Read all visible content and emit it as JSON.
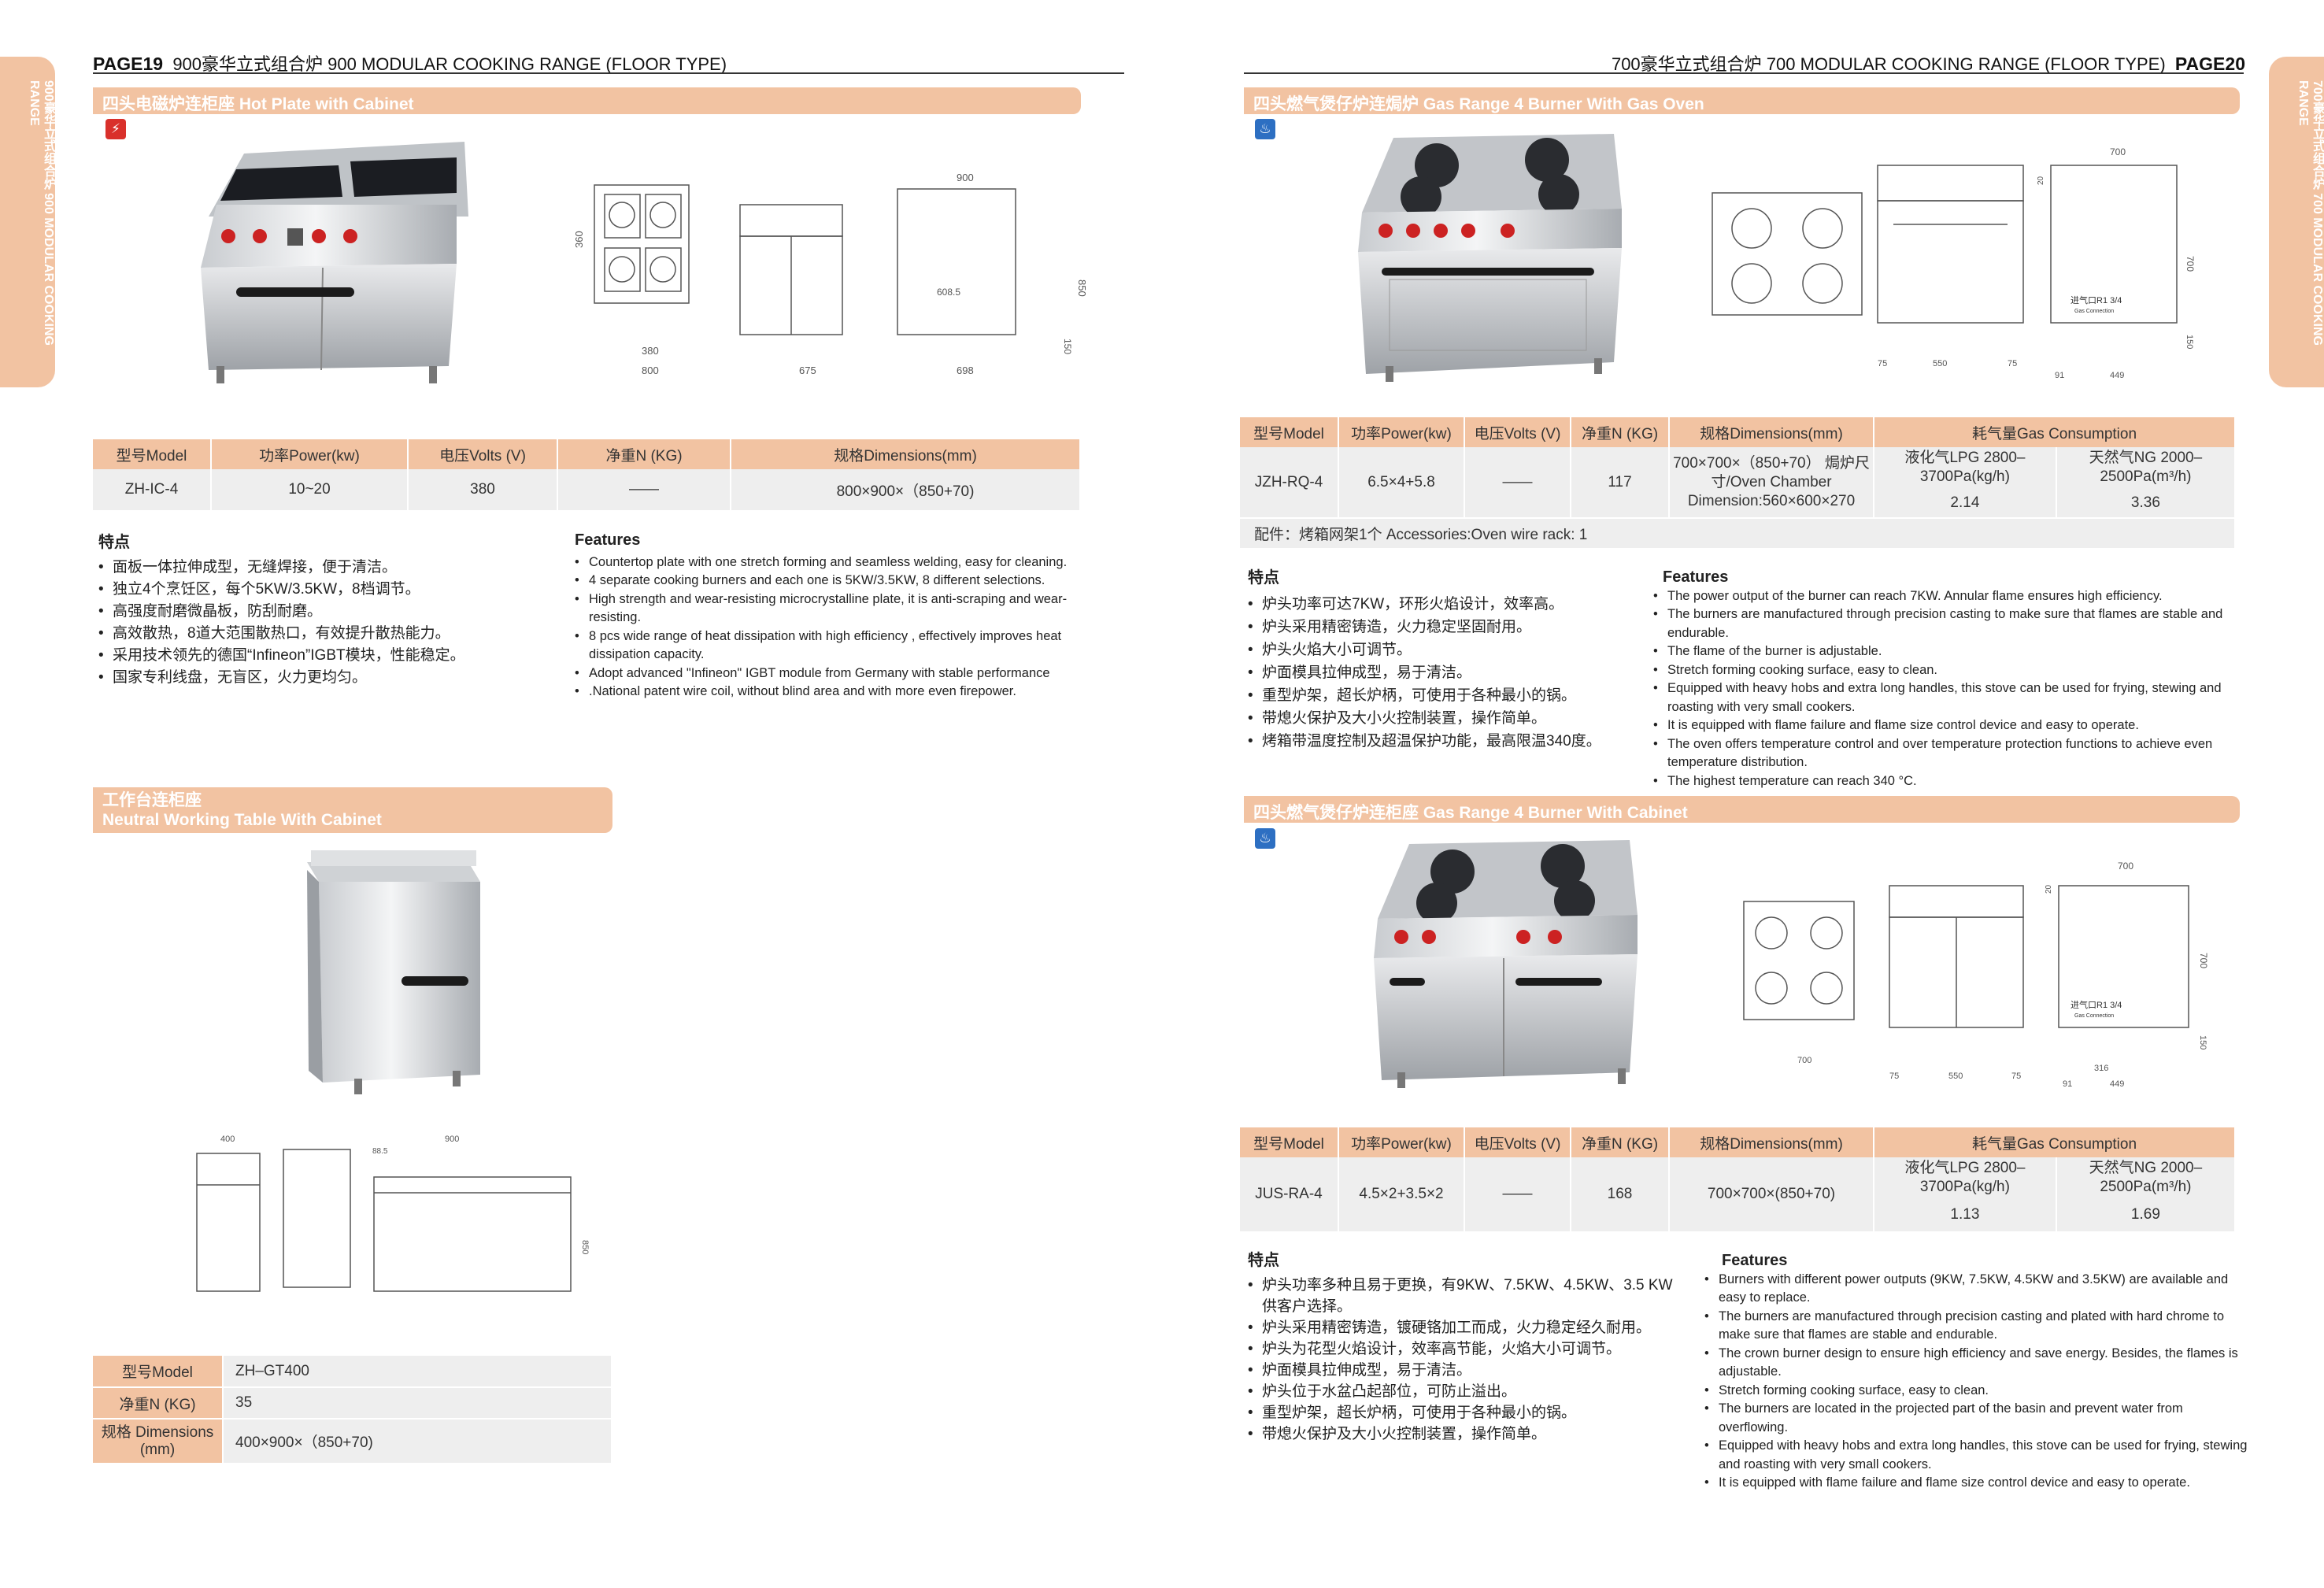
{
  "header_left": {
    "page_label": "PAGE",
    "page_num": "19",
    "title": "900豪华立式组合炉 900 MODULAR COOKING RANGE (FLOOR TYPE)"
  },
  "header_right": {
    "title": "700豪华立式组合炉 700 MODULAR COOKING RANGE (FLOOR TYPE)",
    "page_label": "PAGE",
    "page_num": "20"
  },
  "side_tab_left": "900豪华立式组合炉 900 MODULAR COOKING RANGE",
  "side_tab_right": "700豪华立式组合炉 700 MODULAR COOKING RANGE",
  "hot_plate": {
    "banner": "四头电磁炉连柜座 Hot Plate with Cabinet",
    "badge_icon": "lightning-icon",
    "drawing_dims": [
      "360",
      "380",
      "800",
      "675",
      "900",
      "608.5",
      "850",
      "150",
      "698"
    ],
    "table_headers": [
      "型号Model",
      "功率Power(kw)",
      "电压Volts (V)",
      "净重N (KG)",
      "规格Dimensions(mm)"
    ],
    "table_row": [
      "ZH-IC-4",
      "10~20",
      "380",
      "——",
      "800×900×（850+70)"
    ],
    "cn_title": "特点",
    "cn_features": [
      "面板一体拉伸成型，无缝焊接，便于清洁。",
      "独立4个烹饪区，每个5KW/3.5KW，8档调节。",
      "高强度耐磨微晶板，防刮耐磨。",
      "高效散热，8道大范围散热口，有效提升散热能力。",
      "采用技术领先的德国“Infineon”IGBT模块，性能稳定。",
      "国家专利线盘，无盲区，火力更均匀。"
    ],
    "en_title": "Features",
    "en_features": [
      "Countertop plate with one stretch forming and seamless welding, easy for cleaning.",
      "4 separate cooking burners and each one is 5KW/3.5KW, 8 different selections.",
      "High strength and wear-resisting microcrystalline plate, it is anti-scraping and wear-resisting.",
      "8 pcs wide range of heat dissipation with high efficiency , effectively improves heat dissipation capacity.",
      "Adopt advanced \"Infineon\" IGBT module from Germany with stable performance",
      ".National patent wire coil, without blind area and with more even firepower."
    ]
  },
  "working_table": {
    "banner_cn": "工作台连柜座",
    "banner_en": "Neutral Working Table With Cabinet",
    "drawing_dims": [
      "400",
      "900",
      "88.5",
      "850"
    ],
    "rows": [
      {
        "label": "型号Model",
        "value": "ZH–GT400"
      },
      {
        "label": "净重N (KG)",
        "value": "35"
      },
      {
        "label": "规格 Dimensions (mm)",
        "value": "400×900×（850+70)"
      }
    ]
  },
  "gas_oven": {
    "banner": "四头燃气煲仔炉连焗炉 Gas Range 4 Burner With Gas Oven",
    "badge_icon": "flame-icon",
    "drawing_dims": [
      "700",
      "20",
      "700",
      "150",
      "75",
      "550",
      "75",
      "91",
      "449"
    ],
    "gas_label_cn": "进气口R1 3/4",
    "gas_label_en": "Gas Connection",
    "table_headers": [
      "型号Model",
      "功率Power(kw)",
      "电压Volts (V)",
      "净重N (KG)",
      "规格Dimensions(mm)",
      "耗气量Gas Consumption"
    ],
    "sub_headers": [
      "液化气LPG 2800–3700Pa(kg/h)",
      "天然气NG 2000–2500Pa(m³/h)"
    ],
    "row": [
      "JZH-RQ-4",
      "6.5×4+5.8",
      "——",
      "117",
      "700×700×（850+70） 焗炉尺寸/Oven Chamber Dimension:560×600×270",
      "2.14",
      "3.36"
    ],
    "accessories": "配件：烤箱网架1个      Accessories:Oven wire rack: 1",
    "cn_title": "特点",
    "cn_features": [
      "炉头功率可达7KW，环形火焰设计，效率高。",
      "炉头采用精密铸造，火力稳定坚固耐用。",
      "炉头火焰大小可调节。",
      "炉面模具拉伸成型，易于清洁。",
      "重型炉架，超长炉柄，可使用于各种最小的锅。",
      "带熄火保护及大小火控制装置，操作简单。",
      "烤箱带温度控制及超温保护功能，最高限温340度。"
    ],
    "en_title": "Features",
    "en_features": [
      "The power output of the burner can reach 7KW. Annular flame ensures high efficiency.",
      "The burners are manufactured through precision casting to make sure that flames are stable and endurable.",
      "The flame of the burner is adjustable.",
      "Stretch forming cooking surface, easy to clean.",
      "Equipped with heavy hobs and extra long handles, this stove can be used for frying, stewing and roasting with very small cookers.",
      "It is equipped with flame failure and flame size control device and easy to operate.",
      "The oven offers temperature control and over temperature    protection functions to achieve even temperature distribution.",
      "The highest temperature can reach 340 °C."
    ]
  },
  "gas_cabinet": {
    "banner": "四头燃气煲仔炉连柜座 Gas Range 4 Burner With Cabinet",
    "badge_icon": "flame-icon",
    "drawing_dims": [
      "700",
      "20",
      "700",
      "150",
      "700",
      "75",
      "550",
      "75",
      "316",
      "91",
      "449"
    ],
    "gas_label_cn": "进气口R1 3/4",
    "gas_label_en": "Gas Connection",
    "table_headers": [
      "型号Model",
      "功率Power(kw)",
      "电压Volts (V)",
      "净重N (KG)",
      "规格Dimensions(mm)",
      "耗气量Gas Consumption"
    ],
    "sub_headers": [
      "液化气LPG 2800–3700Pa(kg/h)",
      "天然气NG 2000–2500Pa(m³/h)"
    ],
    "row": [
      "JUS-RA-4",
      "4.5×2+3.5×2",
      "——",
      "168",
      "700×700×(850+70)",
      "1.13",
      "1.69"
    ],
    "cn_title": "特点",
    "cn_features": [
      "炉头功率多种且易于更换，有9KW、7.5KW、4.5KW、3.5 KW供客户选择。",
      "炉头采用精密铸造，镀硬铬加工而成，火力稳定经久耐用。",
      "炉头为花型火焰设计，效率高节能，火焰大小可调节。",
      "炉面模具拉伸成型，易于清洁。",
      "炉头位于水盆凸起部位，可防止溢出。",
      "重型炉架，超长炉柄，可使用于各种最小的锅。",
      "带熄火保护及大小火控制装置，操作简单。"
    ],
    "en_title": "Features",
    "en_features": [
      "Burners with different power outputs (9KW, 7.5KW, 4.5KW and 3.5KW) are available and easy to replace.",
      "The burners are manufactured through precision casting and plated with hard chrome to make sure that flames are stable and endurable.",
      "The crown burner design to ensure high efficiency and save      energy. Besides, the flames is adjustable.",
      "Stretch forming cooking surface, easy to clean.",
      "The burners are located in the projected part of the basin and prevent water from overflowing.",
      "Equipped with heavy hobs and extra long handles, this stove can be used for frying, stewing and roasting with very small cookers.",
      "It is equipped with flame failure and  flame size control device and easy to operate."
    ]
  }
}
